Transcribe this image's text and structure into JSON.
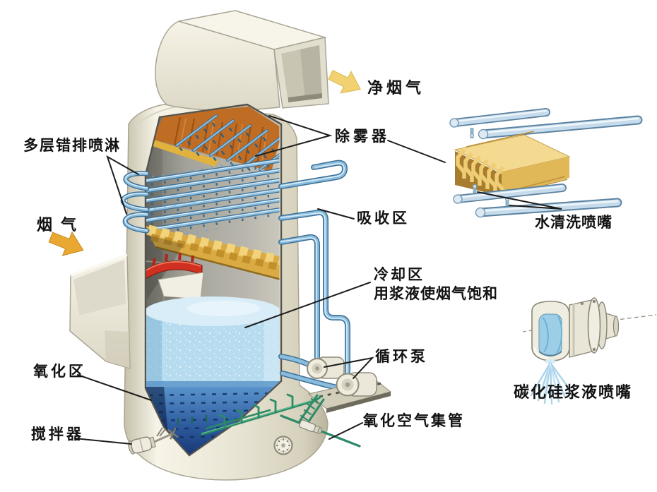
{
  "labels": {
    "multilayer_spray": "多层错排喷淋",
    "flue_gas": "烟气",
    "clean_flue_gas": "净烟气",
    "demister": "除雾器",
    "absorption_zone": "吸收区",
    "cooling_zone": "冷却区",
    "cooling_zone_desc": "用浆液使烟气饱和",
    "water_wash_nozzle": "水清洗喷嘴",
    "circulation_pump": "循环泵",
    "sic_slurry_nozzle": "碳化硅浆液喷嘴",
    "oxidation_zone": "氧化区",
    "agitator": "搅拌器",
    "oxidation_air_header": "氧化空气集管"
  },
  "icons": {
    "flue_gas_arrow": "block-arrow-down-right",
    "clean_flue_gas_arrow": "block-arrow-down-right"
  },
  "colors": {
    "background": "#ffffff",
    "label_text": "#121212",
    "flue_gas_arrow": "#e9a832",
    "clean_flue_gas_arrow": "#f2d270",
    "pipe_blue": "#7db3d4",
    "air_pipe_green": "#2c8a66",
    "deflector_red": "#d03020",
    "demister_orange": "#bf6d24",
    "tray_yellow": "#e8c060",
    "slurry_light": "#b7dcef",
    "slurry_dark": "#16336e",
    "shell_cream": "#eeebdd"
  }
}
